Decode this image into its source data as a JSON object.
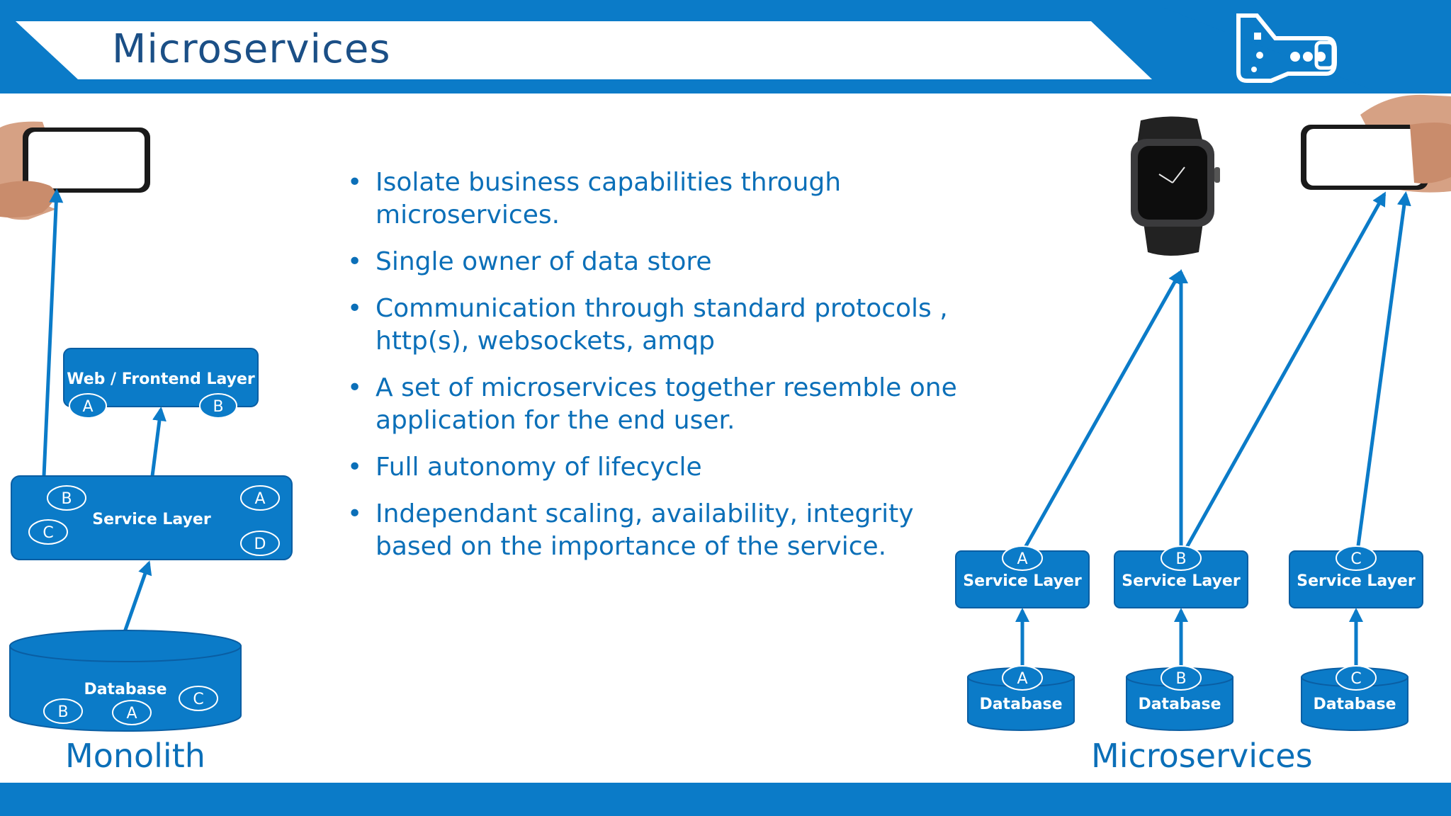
{
  "slide": {
    "title": "Microservices"
  },
  "colors": {
    "brand_blue": "#0b7bc8",
    "dark_blue": "#0a5ea3",
    "title_color": "#1b4f86",
    "text_blue": "#0b6fb8"
  },
  "bullets": [
    "Isolate business capabilities through microservices.",
    "Single owner of data store",
    "Communication through standard protocols , http(s), websockets, amqp",
    "A set of microservices together resemble one application for the end user.",
    "Full autonomy of lifecycle",
    "Independant scaling, availability, integrity based on the importance of the service."
  ],
  "monolith": {
    "caption": "Monolith",
    "web_layer": {
      "label": "Web / Frontend Layer",
      "badges": [
        "A",
        "B"
      ]
    },
    "service_layer": {
      "label": "Service Layer",
      "badges": [
        "B",
        "C",
        "A",
        "D"
      ]
    },
    "database": {
      "label": "Database",
      "badges": [
        "B",
        "A",
        "C"
      ]
    }
  },
  "microservices": {
    "caption": "Microservices",
    "services": [
      {
        "badge": "A",
        "service_label": "Service Layer",
        "db_label": "Database"
      },
      {
        "badge": "B",
        "service_label": "Service Layer",
        "db_label": "Database"
      },
      {
        "badge": "C",
        "service_label": "Service Layer",
        "db_label": "Database"
      }
    ]
  },
  "icons": {
    "logo": "flask-logo-icon",
    "phone_left": "phone-in-hand-icon",
    "watch": "smartwatch-icon",
    "phone_right": "phone-in-hand-icon"
  }
}
